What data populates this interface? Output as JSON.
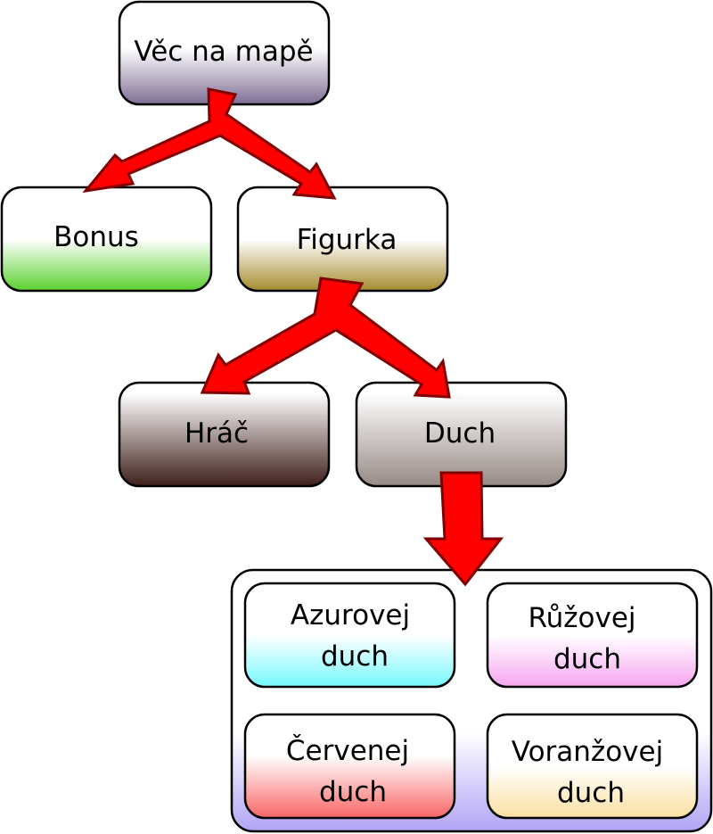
{
  "diagram": {
    "root": {
      "label": "Věc na mapě",
      "color": "#8a7a9e"
    },
    "bonus": {
      "label": "Bonus",
      "color": "#66d43a"
    },
    "figurka": {
      "label": "Figurka",
      "color": "#a89038"
    },
    "hrac": {
      "label": "Hráč",
      "color": "#4a2a26"
    },
    "duch": {
      "label": "Duch",
      "color": "#a09692"
    },
    "ghosts_group": {
      "color": "#b5a8f4"
    },
    "ghosts": {
      "azurovej": {
        "line1": "Azurovej",
        "line2": "duch",
        "color": "#80faff"
      },
      "ruzovej": {
        "line1": "Růžovej",
        "line2": "duch",
        "color": "#f7b0f2"
      },
      "cervenej": {
        "line1": "Červenej",
        "line2": "duch",
        "color": "#f87070"
      },
      "voranzovej": {
        "line1": "Voranžovej",
        "line2": "duch",
        "color": "#fae2a8"
      }
    },
    "arrow_color": "#ff0000"
  }
}
